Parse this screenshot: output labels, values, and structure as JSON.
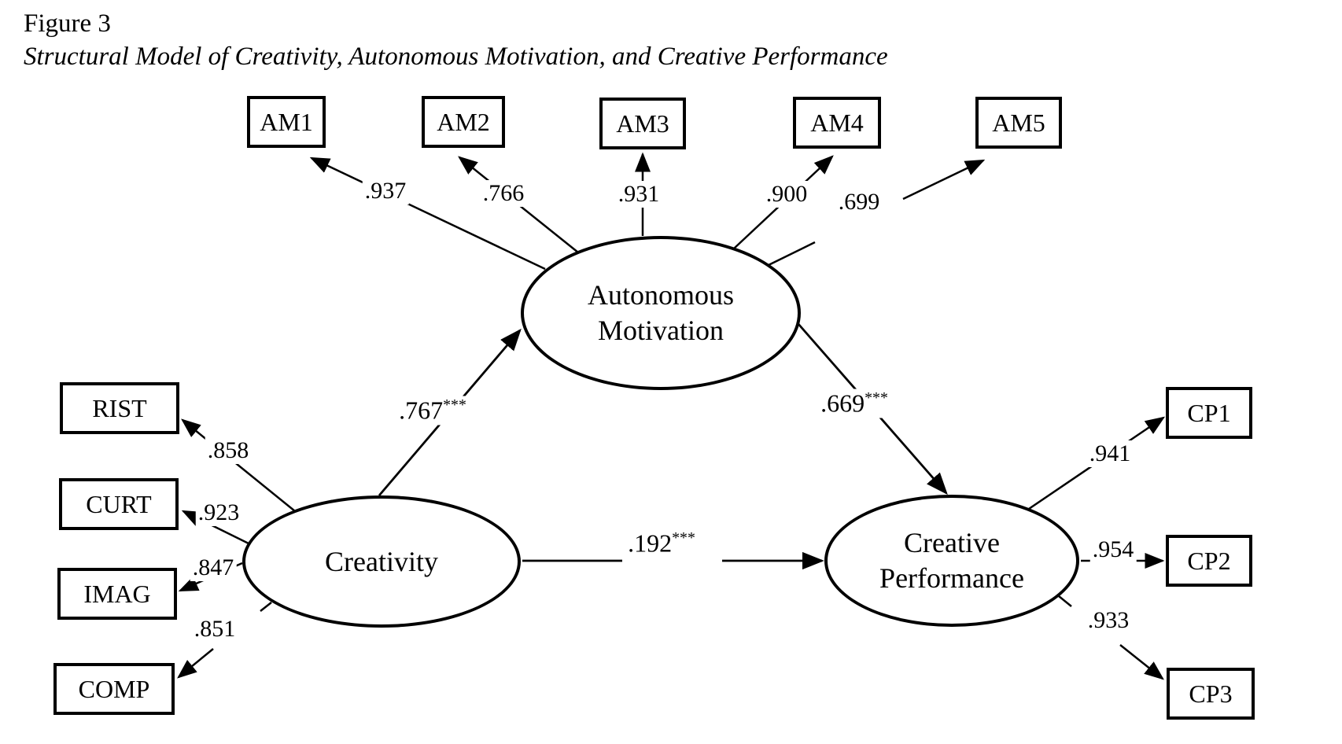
{
  "figure": {
    "label": "Figure 3",
    "caption": "Structural Model of Creativity, Autonomous Motivation, and Creative Performance"
  },
  "latents": {
    "am": {
      "line1": "Autonomous",
      "line2": "Motivation"
    },
    "creativity": {
      "line1": "Creativity"
    },
    "cp": {
      "line1": "Creative",
      "line2": "Performance"
    }
  },
  "indicators": {
    "am": [
      {
        "label": "AM1",
        "loading": ".937"
      },
      {
        "label": "AM2",
        "loading": ".766"
      },
      {
        "label": "AM3",
        "loading": ".931"
      },
      {
        "label": "AM4",
        "loading": ".900"
      },
      {
        "label": "AM5",
        "loading": ".699"
      }
    ],
    "creativity": [
      {
        "label": "RIST",
        "loading": ".858"
      },
      {
        "label": "CURT",
        "loading": ".923"
      },
      {
        "label": "IMAG",
        "loading": ".847"
      },
      {
        "label": "COMP",
        "loading": ".851"
      }
    ],
    "cp": [
      {
        "label": "CP1",
        "loading": ".941"
      },
      {
        "label": "CP2",
        "loading": ".954"
      },
      {
        "label": "CP3",
        "loading": ".933"
      }
    ]
  },
  "paths": [
    {
      "from": "Creativity",
      "to": "Autonomous Motivation",
      "value": ".767",
      "stars": "***"
    },
    {
      "from": "Autonomous Motivation",
      "to": "Creative Performance",
      "value": ".669",
      "stars": "***"
    },
    {
      "from": "Creativity",
      "to": "Creative Performance",
      "value": ".192",
      "stars": "***"
    }
  ],
  "colors": {
    "ink": "#000000",
    "background": "#ffffff"
  }
}
